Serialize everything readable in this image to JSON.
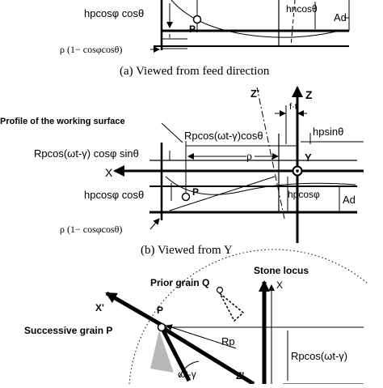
{
  "panel_a": {
    "caption": "(a)  Viewed from feed direction",
    "label_hp_cos": "hpcosφ cosθ",
    "label_hn_cos": "hncosθ",
    "label_Ad": "Ad",
    "label_P": "P",
    "label_rho": "ρ (1− cosφcosθ)"
  },
  "panel_b": {
    "caption": "(b)  Viewed from Y",
    "label_Zprime": "Z'",
    "label_Z": "Z",
    "label_ft": "f·t",
    "label_profile": "Profile of the working surface",
    "label_rp_cos": "Rpcos(ωt-γ)cosθ",
    "label_hp_sin": "hpsinθ",
    "label_rp_cos_sin": "Rpcos(ωt-γ) cosφ sinθ",
    "label_rho": "ρ",
    "label_Y": "Y",
    "label_X": "X",
    "label_hp_cosphi": "hpcosφ",
    "label_hp_cos_cos": "hpcosφ cosθ",
    "label_Ad": "Ad",
    "label_P": "P",
    "label_rho_bottom": "ρ (1− cosφcosθ)"
  },
  "panel_c": {
    "label_stone_locus": "Stone locus",
    "label_prior_grain": "Prior grain Q",
    "label_X": "X",
    "label_Xprime": "X'",
    "label_P": "P",
    "label_successive": "Successive grain P",
    "label_Rp": "Rp",
    "label_rp_cos": "Rpcos(ωt-γ)",
    "label_omega": "ωt-γ",
    "label_Zprime": "Z'"
  }
}
